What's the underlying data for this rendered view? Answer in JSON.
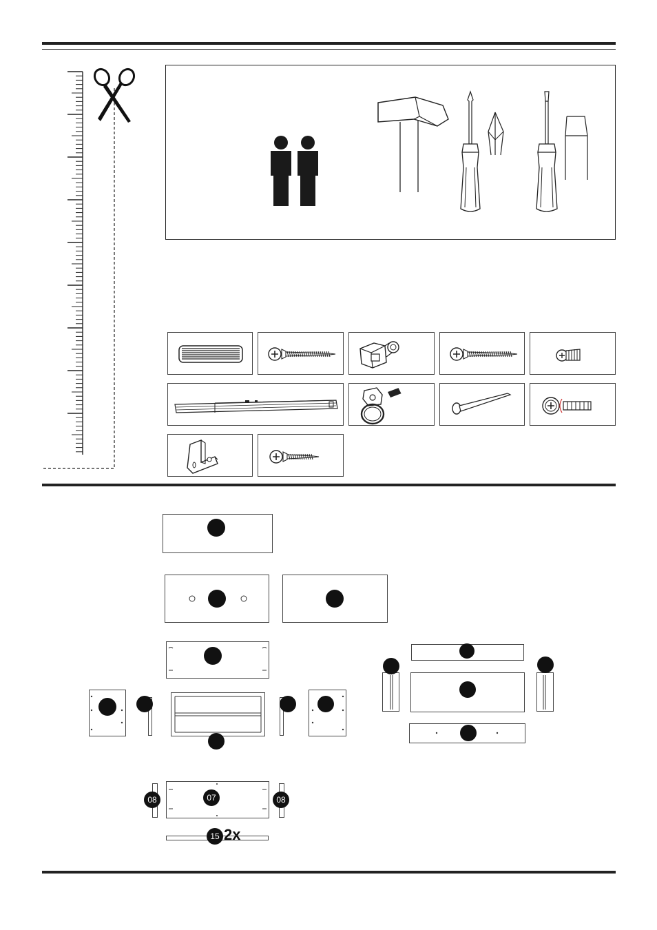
{
  "parts": {
    "label_07": "07",
    "label_08_left": "08",
    "label_08_right": "08",
    "label_15": "15",
    "qty_15": "2x"
  },
  "hardware": {
    "items": [
      {
        "icon": "dowel-icon"
      },
      {
        "icon": "wood-screw-long-icon"
      },
      {
        "icon": "cam-lock-icon"
      },
      {
        "icon": "wood-screw-long-icon"
      },
      {
        "icon": "short-machine-screw-icon"
      },
      {
        "icon": "drawer-slide-rail-icon"
      },
      {
        "icon": "ring-pull-handle-icon"
      },
      {
        "icon": "nail-icon"
      },
      {
        "icon": "handle-bolt-icon"
      },
      {
        "icon": "l-bracket-icon"
      },
      {
        "icon": "wood-screw-short-icon"
      }
    ]
  },
  "tools": [
    "hammer-icon",
    "phillips-screwdriver-icon",
    "flat-screwdriver-icon"
  ],
  "people": {
    "count": 2,
    "icon": "two-person-icon"
  }
}
